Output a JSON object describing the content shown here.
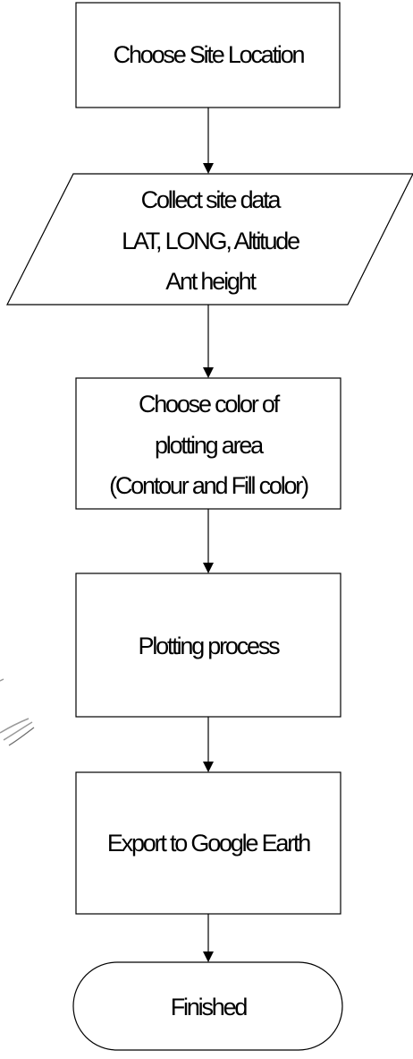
{
  "flowchart": {
    "nodes": [
      {
        "id": "choose-site",
        "shape": "process",
        "lines": [
          "Choose Site Location"
        ]
      },
      {
        "id": "collect-data",
        "shape": "data",
        "lines": [
          "Collect site data",
          "LAT, LONG, Altitude",
          "Ant height"
        ]
      },
      {
        "id": "choose-color",
        "shape": "process",
        "lines": [
          "Choose color of",
          "plotting area",
          "(Contour and Fill color)"
        ]
      },
      {
        "id": "plotting",
        "shape": "process",
        "lines": [
          "Plotting process"
        ]
      },
      {
        "id": "export",
        "shape": "process",
        "lines": [
          "Export to Google Earth"
        ]
      },
      {
        "id": "finished",
        "shape": "terminator",
        "lines": [
          "Finished"
        ]
      }
    ],
    "edges": [
      {
        "from": "choose-site",
        "to": "collect-data"
      },
      {
        "from": "collect-data",
        "to": "choose-color"
      },
      {
        "from": "choose-color",
        "to": "plotting"
      },
      {
        "from": "plotting",
        "to": "export"
      },
      {
        "from": "export",
        "to": "finished"
      }
    ]
  },
  "colors": {
    "stroke": "#000000",
    "fill": "#ffffff",
    "text": "#000000"
  }
}
